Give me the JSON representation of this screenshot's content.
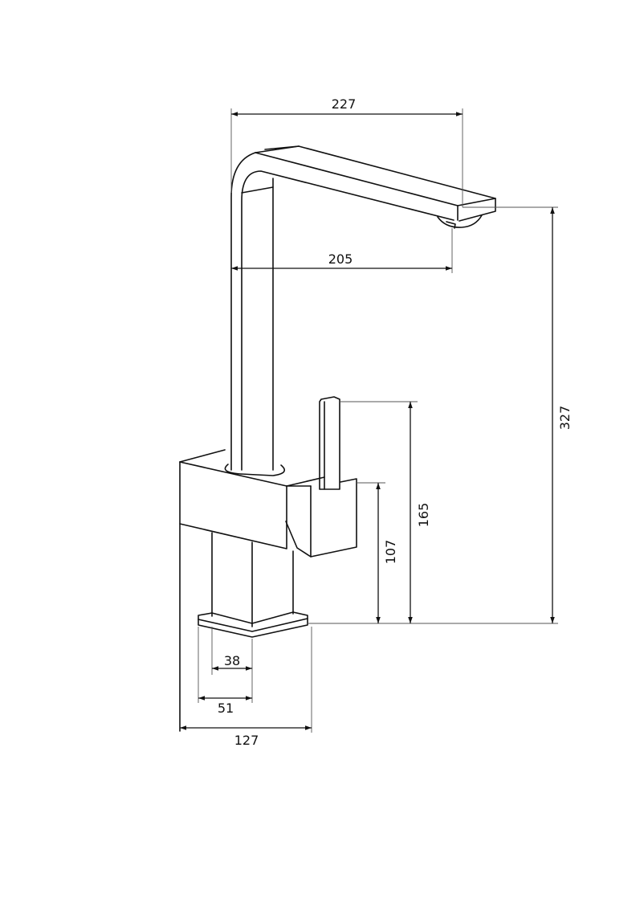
{
  "drawing": {
    "subject": "single-lever kitchen faucet side elevation",
    "units": "mm",
    "line_color": "#111111",
    "background": "#ffffff"
  },
  "dimensions": {
    "spout_reach_outer": "227",
    "spout_reach_center": "205",
    "total_height": "327",
    "lever_height": "165",
    "body_height": "107",
    "inner_stem_width": "38",
    "base_plate_width": "51",
    "body_depth": "127"
  }
}
